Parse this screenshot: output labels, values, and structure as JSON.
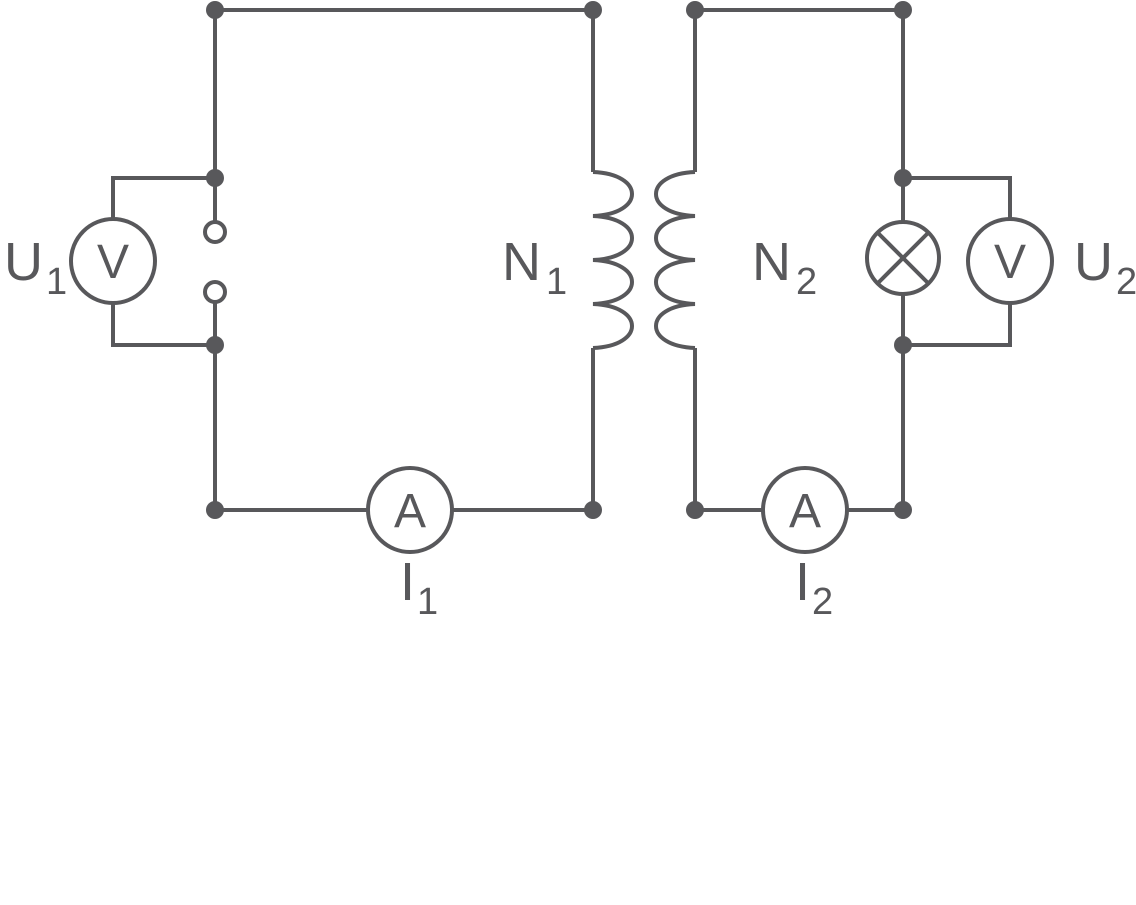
{
  "diagram_title": "transformer-experiment-circuit",
  "colors": {
    "line": "#58585b",
    "background": "#ffffff"
  },
  "labels": {
    "primary_voltage": {
      "main": "U",
      "sub": "1"
    },
    "secondary_voltage": {
      "main": "U",
      "sub": "2"
    },
    "primary_coil": {
      "main": "N",
      "sub": "1"
    },
    "secondary_coil": {
      "main": "N",
      "sub": "2"
    },
    "primary_current": {
      "main": "I",
      "sub": "1"
    },
    "secondary_current": {
      "main": "I",
      "sub": "2"
    },
    "voltmeter": "V",
    "ammeter": "A"
  }
}
